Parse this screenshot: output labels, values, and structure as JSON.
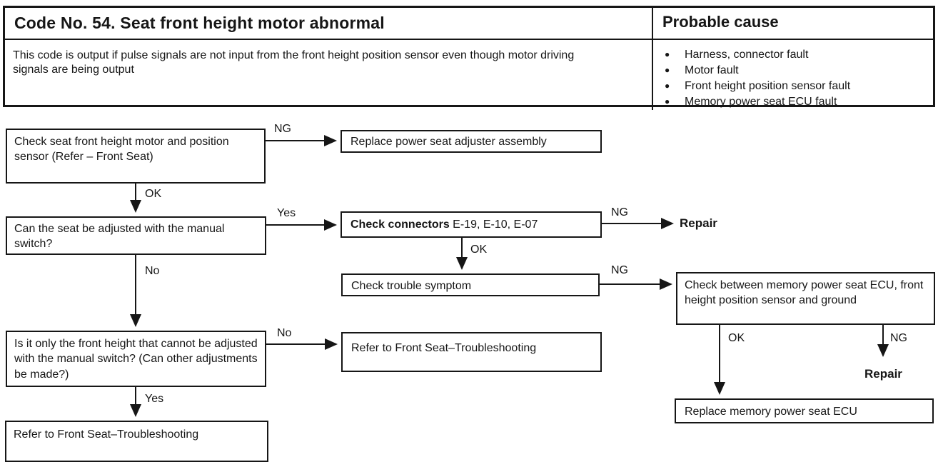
{
  "header": {
    "code_title": "Code No. 54. Seat front height motor abnormal",
    "probable_cause_title": "Probable cause",
    "description": "This code is output if pulse signals are not input from the front height position sensor even though motor driving signals are being output",
    "causes": [
      "Harness, connector fault",
      "Motor fault",
      "Front height position sensor fault",
      "Memory power seat ECU fault"
    ]
  },
  "flowchart": {
    "boxes": {
      "check_motor_sensor": "Check seat front height motor and position sensor (Refer – Front Seat)",
      "replace_adjuster": "Replace power seat adjuster assembly",
      "manual_switch_question": "Can the seat be adjusted with the manual switch?",
      "check_connectors_bold": "Check connectors",
      "check_connectors_rest": " E-19, E-10, E-07",
      "check_trouble_symptom": "Check trouble symptom",
      "check_between_ecu": "Check between memory power seat ECU, front height position sensor and ground",
      "front_height_only_question": "Is it only the front height that cannot be adjusted with the manual switch? (Can other adjustments be made?)",
      "refer_front_seat": "Refer to Front Seat–Troubleshooting",
      "replace_memory_ecu": "Replace memory power seat ECU"
    },
    "labels": {
      "ng": "NG",
      "ok": "OK",
      "yes": "Yes",
      "no": "No",
      "repair": "Repair"
    }
  },
  "colors": {
    "ink": "#161616",
    "paper": "#ffffff"
  }
}
